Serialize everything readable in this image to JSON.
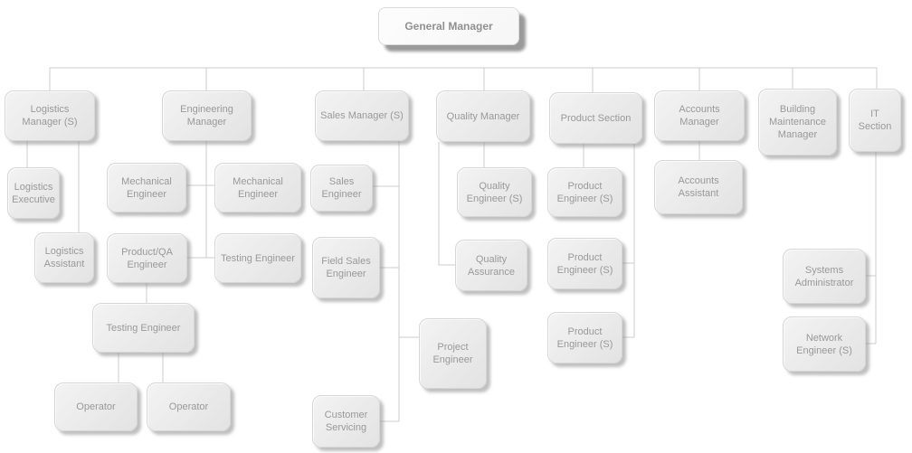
{
  "diagram": {
    "type": "org-chart",
    "colors": {
      "box_fill": "#ebebeb",
      "root_fill": "#fafafa",
      "box_border": "#d6d6d6",
      "label_text": "#999999",
      "connector_line": "#cccccc",
      "background": "#ffffff"
    },
    "nodes": {
      "general_manager": {
        "label": "General Manager",
        "parent": null
      },
      "logistics_manager": {
        "label": "Logistics Manager (S)",
        "parent": "general_manager"
      },
      "engineering_manager": {
        "label": "Engineering Manager",
        "parent": "general_manager"
      },
      "sales_manager": {
        "label": "Sales Manager (S)",
        "parent": "general_manager"
      },
      "quality_manager": {
        "label": "Quality Manager",
        "parent": "general_manager"
      },
      "product_section": {
        "label": "Product Section",
        "parent": "general_manager"
      },
      "accounts_manager": {
        "label": "Accounts Manager",
        "parent": "general_manager"
      },
      "building_maintenance_manager": {
        "label": "Building Maintenance Manager",
        "parent": "general_manager"
      },
      "it_section": {
        "label": "IT Section",
        "parent": "general_manager"
      },
      "logistics_executive": {
        "label": "Logistics Executive",
        "parent": "logistics_manager"
      },
      "logistics_assistant": {
        "label": "Logistics Assistant",
        "parent": "logistics_manager"
      },
      "mechanical_engineer_1": {
        "label": "Mechanical Engineer",
        "parent": "engineering_manager"
      },
      "mechanical_engineer_2": {
        "label": "Mechanical Engineer",
        "parent": "engineering_manager"
      },
      "product_qa_engineer": {
        "label": "Product/QA Engineer",
        "parent": "engineering_manager"
      },
      "testing_engineer_1": {
        "label": "Testing Engineer",
        "parent": "engineering_manager"
      },
      "testing_engineer_2": {
        "label": "Testing Engineer",
        "parent": "product_qa_engineer"
      },
      "operator_1": {
        "label": "Operator",
        "parent": "testing_engineer_2"
      },
      "operator_2": {
        "label": "Operator",
        "parent": "testing_engineer_2"
      },
      "sales_engineer": {
        "label": "Sales Engineer",
        "parent": "sales_manager"
      },
      "field_sales_engineer": {
        "label": "Field Sales Engineer",
        "parent": "sales_manager"
      },
      "project_engineer": {
        "label": "Project Engineer",
        "parent": "sales_manager"
      },
      "customer_servicing": {
        "label": "Customer Servicing",
        "parent": "sales_manager"
      },
      "quality_engineer": {
        "label": "Quality Engineer (S)",
        "parent": "quality_manager"
      },
      "quality_assurance": {
        "label": "Quality Assurance",
        "parent": "quality_manager"
      },
      "product_engineer_1": {
        "label": "Product Engineer (S)",
        "parent": "product_section"
      },
      "product_engineer_2": {
        "label": "Product Engineer (S)",
        "parent": "product_section"
      },
      "product_engineer_3": {
        "label": "Product Engineer (S)",
        "parent": "product_section"
      },
      "accounts_assistant": {
        "label": "Accounts Assistant",
        "parent": "accounts_manager"
      },
      "systems_administrator": {
        "label": "Systems Administrator",
        "parent": "it_section"
      },
      "network_engineer": {
        "label": "Network Engineer (S)",
        "parent": "it_section"
      }
    }
  }
}
